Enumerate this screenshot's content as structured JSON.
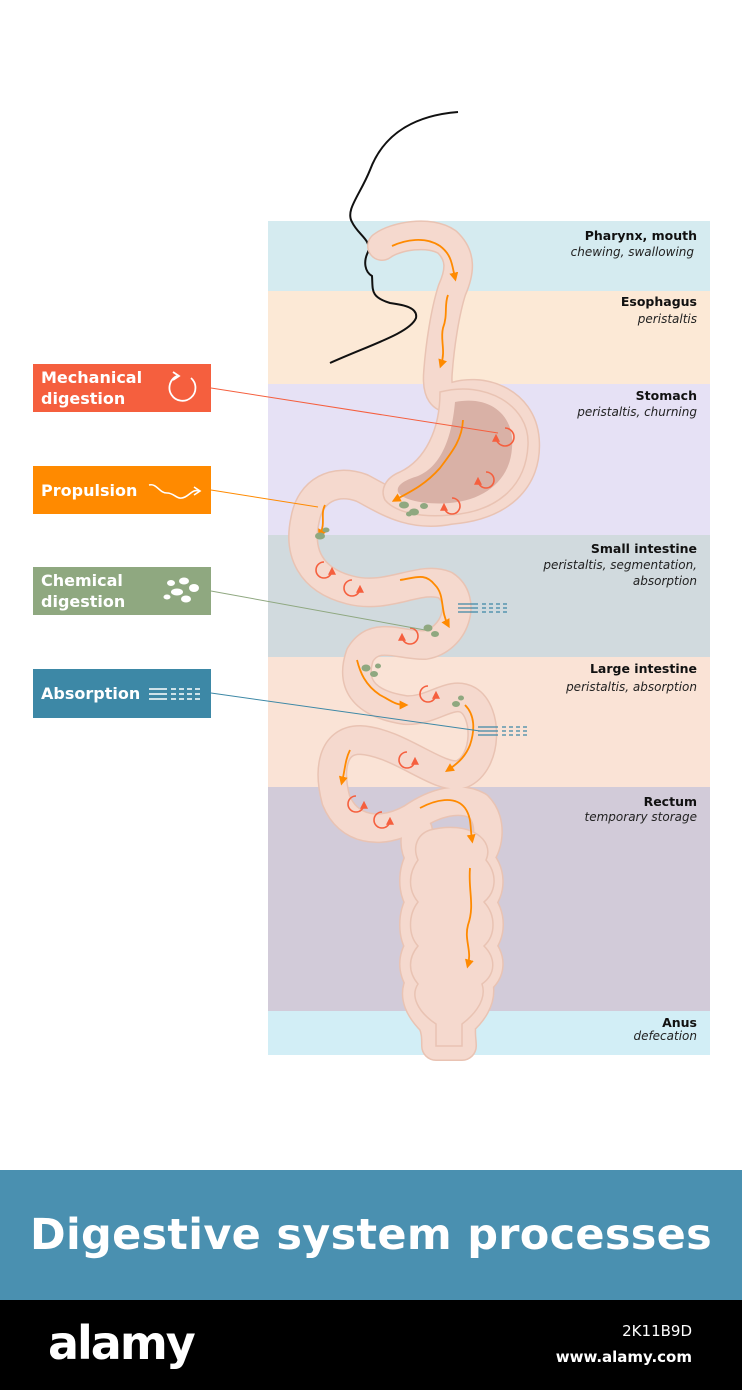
{
  "title": "Digestive system processes",
  "colors": {
    "mechanical": "#F55F3E",
    "propulsion": "#FF8A00",
    "chemical": "#8FA880",
    "absorption": "#3D88A6",
    "banner": "#4A90B0",
    "tract_fill": "#F5D9CE",
    "tract_stroke": "#E9C3B3",
    "stomach_fill": "#D9B1A6"
  },
  "zones": [
    {
      "title": "Pharynx, mouth",
      "subtitle": [
        "chewing, swallowing"
      ],
      "color": "#D5EBF0"
    },
    {
      "title": "Esophagus",
      "subtitle": [
        "peristaltis"
      ],
      "color": "#FCE9D6"
    },
    {
      "title": "Stomach",
      "subtitle": [
        "peristaltis, churning"
      ],
      "color": "#E6E1F5"
    },
    {
      "title": "Small intestine",
      "subtitle": [
        "peristaltis, segmentation,",
        "absorption"
      ],
      "color": "#D1DADE"
    },
    {
      "title": "Large intestine",
      "subtitle": [
        "peristaltis, absorption"
      ],
      "color": "#FAE3D6"
    },
    {
      "title": "Rectum",
      "subtitle": [
        "temporary storage"
      ],
      "color": "#D2CBD9"
    },
    {
      "title": "Anus",
      "subtitle": [
        "defecation"
      ],
      "color": "#D2EEF6"
    }
  ],
  "legend": [
    {
      "id": "mechanical",
      "label": "Mechanical digestion",
      "icon": "circular-arrow-icon"
    },
    {
      "id": "propulsion",
      "label": "Propulsion",
      "icon": "wavy-arrow-icon"
    },
    {
      "id": "chemical",
      "label": "Chemical digestion",
      "icon": "particles-icon"
    },
    {
      "id": "absorption",
      "label": "Absorption",
      "icon": "dashed-lines-icon"
    }
  ],
  "footer": {
    "brand": "alamy",
    "image_id": "2K11B9D",
    "url": "www.alamy.com"
  }
}
